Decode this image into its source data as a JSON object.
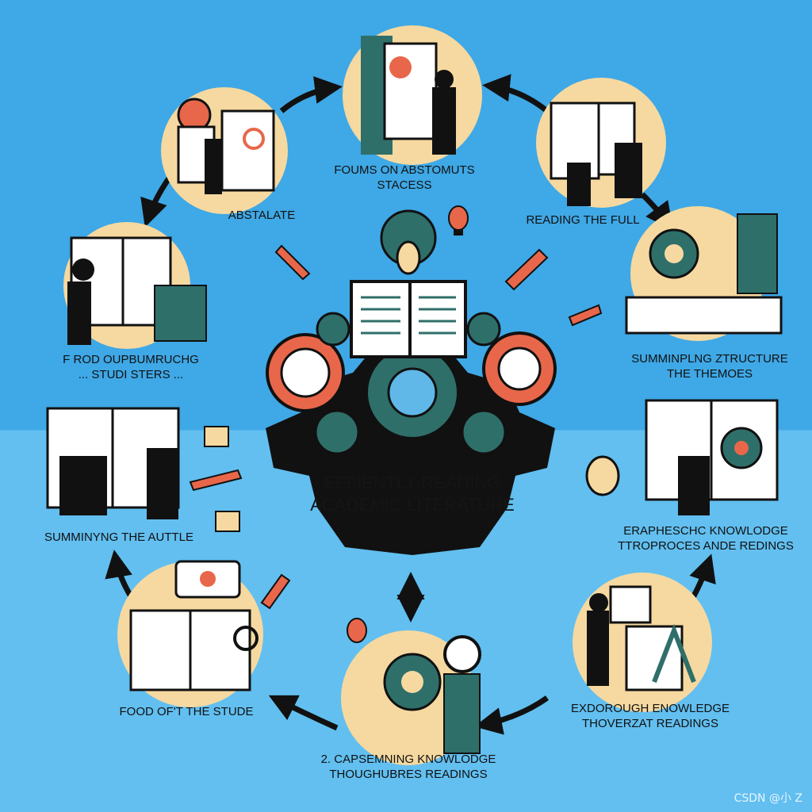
{
  "center": {
    "line1": "EFFIENTLY READING",
    "line2": "ACADEMIC LITERATURE"
  },
  "steps": [
    {
      "id": "top",
      "line1": "FOUMS ON ABSTOMUTS",
      "line2": "STACESS"
    },
    {
      "id": "top-left",
      "line1": "ABSTALATE",
      "line2": ""
    },
    {
      "id": "top-right",
      "line1": "READING THE FULL",
      "line2": ""
    },
    {
      "id": "left",
      "line1": "F ROD OUPBUMRUCHG",
      "line2": "... STUDI STERS ..."
    },
    {
      "id": "right",
      "line1": "SUMMINPLNG ZTRUCTURE",
      "line2": "THE THEMOES"
    },
    {
      "id": "lower-left",
      "line1": "SUMMINYNG THE AUTTLE",
      "line2": ""
    },
    {
      "id": "lower-right",
      "line1": "ERAPHESCHC KNOWLODGE",
      "line2": "TTROPROCES ANDE REDINGS"
    },
    {
      "id": "bottom-left",
      "line1": "FOOD OF'T THE STUDE",
      "line2": ""
    },
    {
      "id": "bottom",
      "line1": "2. CAPSEMNING KNOWLODGE",
      "line2": "THOUGHUBRES READINGS"
    },
    {
      "id": "bottom-right",
      "line1": "EXDOROUGH ENOWLEDGE",
      "line2": "THOVERZAT READINGS"
    }
  ],
  "watermark": "CSDN @小 Z",
  "colors": {
    "sky_top": "#3fa8e6",
    "sky_bottom": "#62bff0",
    "circle_fill": "#f6d9a0",
    "gear_teal": "#2f6f6a",
    "accent_orange": "#e8674a",
    "ink": "#111111"
  }
}
